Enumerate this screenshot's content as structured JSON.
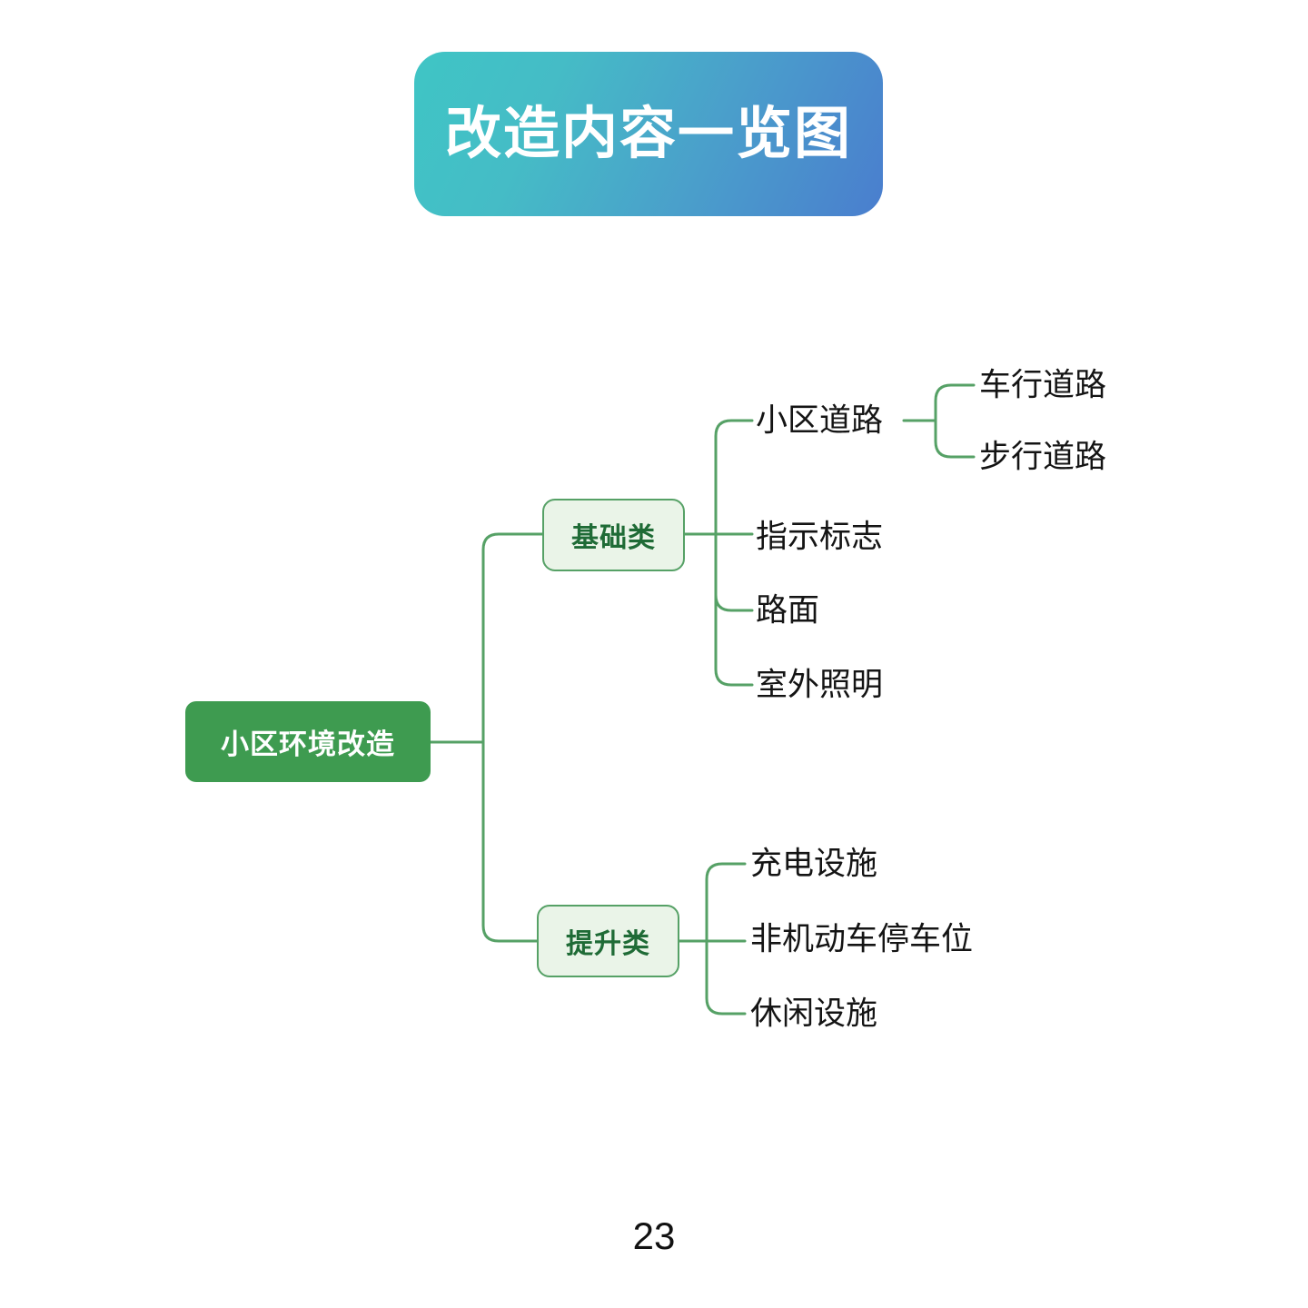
{
  "page": {
    "background_color": "#ffffff",
    "page_number": "23"
  },
  "title": {
    "text": "改造内容一览图",
    "gradient_from": "#3FC5C5",
    "gradient_to": "#4A7ECE",
    "text_color": "#ffffff"
  },
  "mindmap": {
    "connector_color": "#56A166",
    "root": {
      "label": "小区环境改造",
      "fill": "#3E9B50",
      "text_color": "#ffffff"
    },
    "branches": [
      {
        "label": "基础类",
        "fill": "#EAF4E8",
        "border": "#56A166",
        "text_color": "#1F6B36",
        "children": [
          {
            "label": "小区道路",
            "children": [
              {
                "label": "车行道路"
              },
              {
                "label": "步行道路"
              }
            ]
          },
          {
            "label": "指示标志",
            "children": []
          },
          {
            "label": "路面",
            "children": []
          },
          {
            "label": "室外照明",
            "children": []
          }
        ]
      },
      {
        "label": "提升类",
        "fill": "#EAF4E8",
        "border": "#56A166",
        "text_color": "#1F6B36",
        "children": [
          {
            "label": "充电设施",
            "children": []
          },
          {
            "label": "非机动车停车位",
            "children": []
          },
          {
            "label": "休闲设施",
            "children": []
          }
        ]
      }
    ]
  }
}
